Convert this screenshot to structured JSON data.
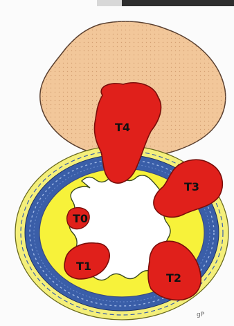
{
  "labels": {
    "t0": "T0",
    "t1": "T1",
    "t2": "T2",
    "t3": "T3",
    "t4": "T4"
  },
  "signature": "gP",
  "colors": {
    "background": "#fbfbfb",
    "top_photo_strip": "#2e2e2e",
    "prostate_like_mass": "#f2c79a",
    "wall_outer_yellow": "#f4ef7a",
    "wall_blue_layer": "#3a5ea8",
    "wall_inner_yellow": "#f7f23a",
    "lumen": "#ffffff",
    "tumor_red": "#e0201b"
  }
}
